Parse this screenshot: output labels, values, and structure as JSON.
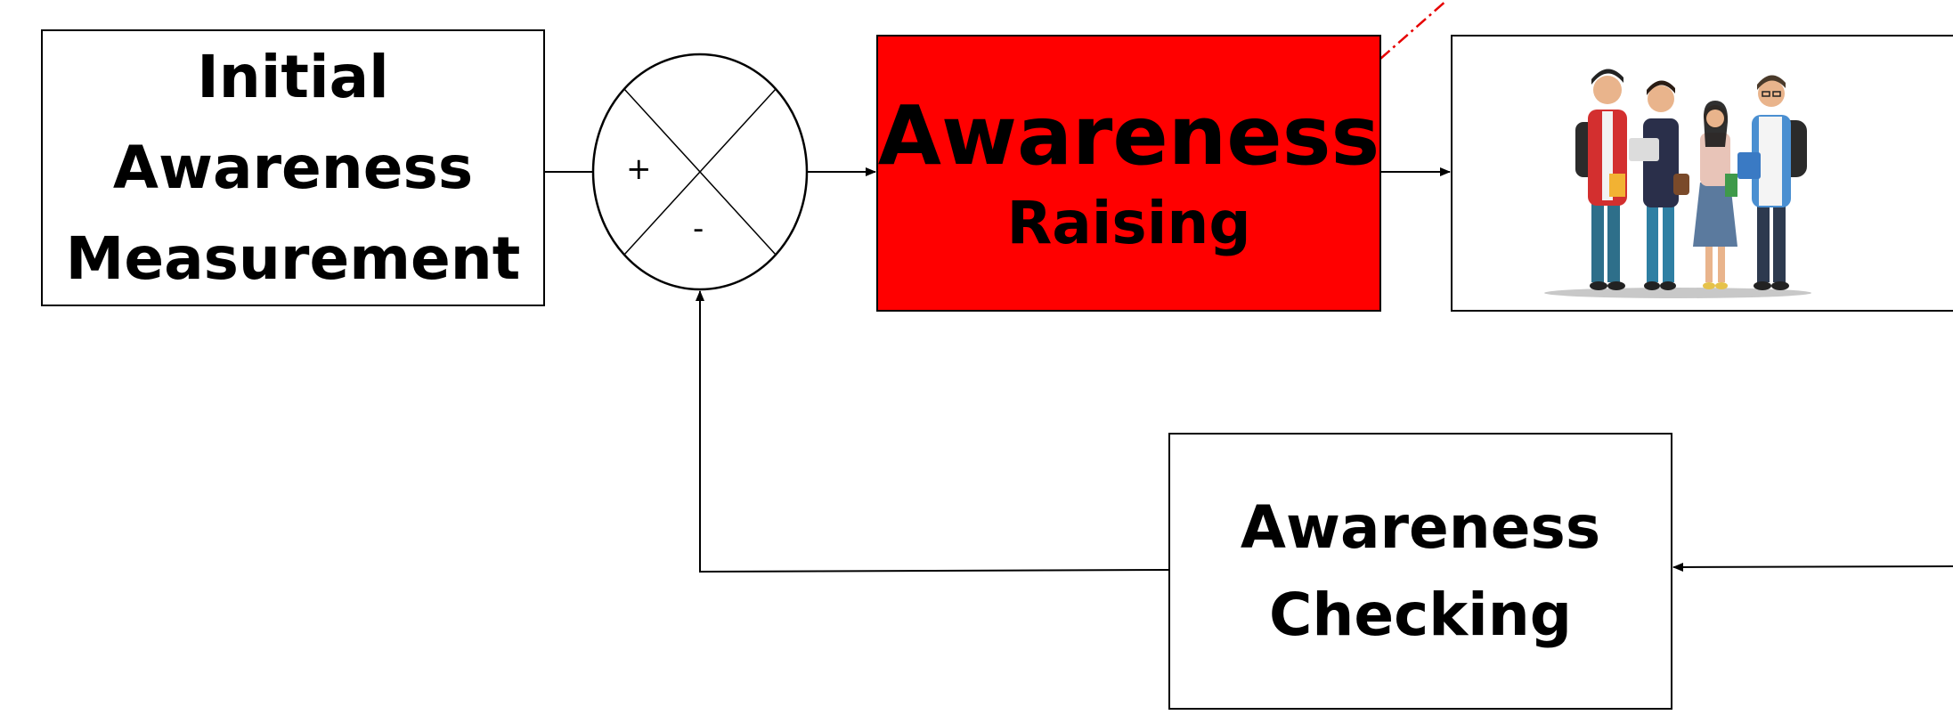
{
  "colors": {
    "stroke": "#000000",
    "accent_box_fill": "#ff0000",
    "dashed_line": "#e60000"
  },
  "blocks": {
    "initial": {
      "lines": [
        "Initial",
        "Awareness",
        "Measurement"
      ]
    },
    "raising": {
      "line1": "Awareness",
      "line2": "Raising"
    },
    "checking": {
      "lines": [
        "Awareness",
        "Checking"
      ]
    },
    "image": {
      "icon": "students-group-illustration"
    }
  },
  "summing_junction": {
    "plus": "+",
    "minus": "-"
  }
}
